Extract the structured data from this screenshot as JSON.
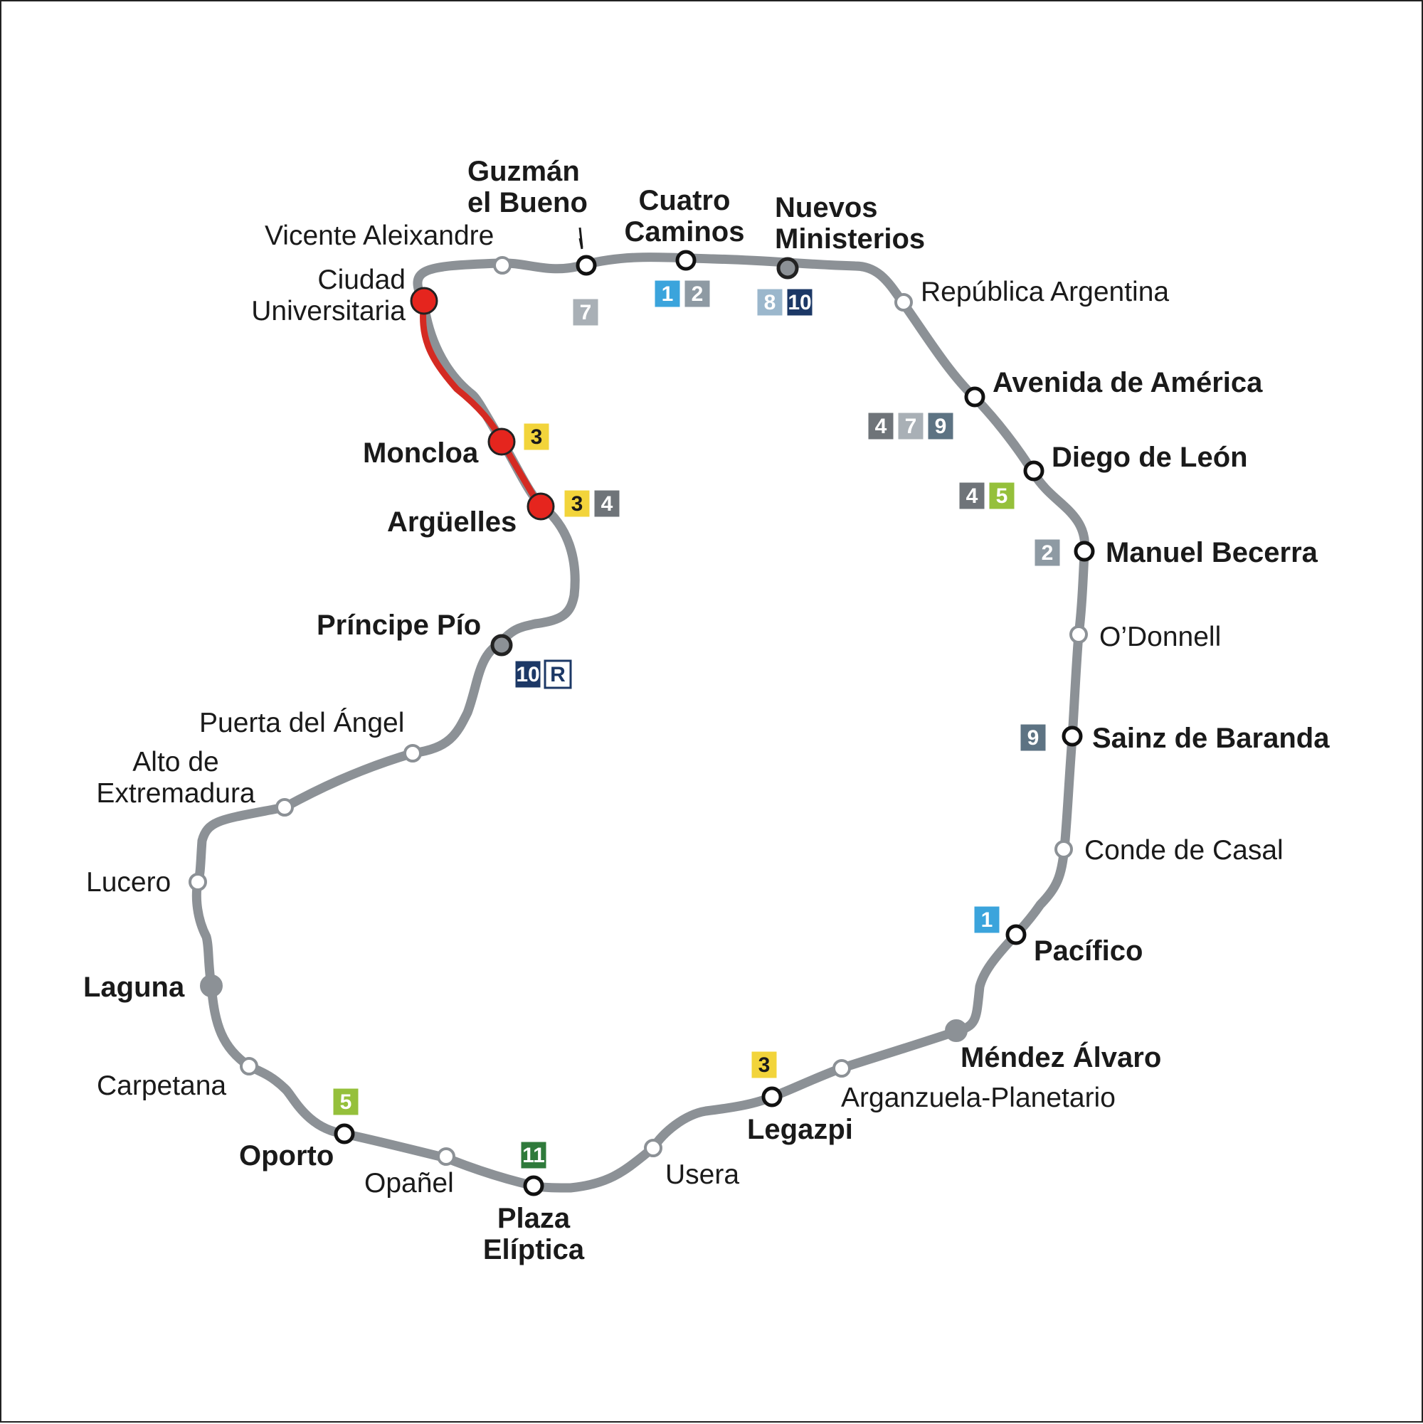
{
  "map": {
    "line_color": "#8c9196",
    "highlight_color": "#d42a22",
    "highlight_station_fill": "#e5251e"
  },
  "stations": [
    {
      "id": "vicente-aleixandre",
      "lines": [
        "Vicente Aleixandre"
      ],
      "major": false,
      "marker": "hollow",
      "badges": []
    },
    {
      "id": "guzman-el-bueno",
      "lines": [
        "Guzmán",
        "el Bueno"
      ],
      "major": true,
      "marker": "hollow",
      "badges": [
        {
          "text": "7",
          "bg": "#a9b0b6",
          "fg": "#ffffff"
        }
      ]
    },
    {
      "id": "cuatro-caminos",
      "lines": [
        "Cuatro",
        "Caminos"
      ],
      "major": true,
      "marker": "hollow",
      "badges": [
        {
          "text": "1",
          "bg": "#3ba4dc",
          "fg": "#ffffff"
        },
        {
          "text": "2",
          "bg": "#8e9aa3",
          "fg": "#ffffff"
        }
      ]
    },
    {
      "id": "nuevos-ministerios",
      "lines": [
        "Nuevos",
        "Ministerios"
      ],
      "major": true,
      "marker": "grey",
      "badges": [
        {
          "text": "8",
          "bg": "#9bb7cc",
          "fg": "#ffffff"
        },
        {
          "text": "10",
          "bg": "#1c3866",
          "fg": "#ffffff"
        }
      ]
    },
    {
      "id": "republica-argentina",
      "lines": [
        "República Argentina"
      ],
      "major": false,
      "marker": "hollow",
      "badges": []
    },
    {
      "id": "avenida-de-america",
      "lines": [
        "Avenida de América"
      ],
      "major": true,
      "marker": "hollow",
      "badges": [
        {
          "text": "4",
          "bg": "#6f7479",
          "fg": "#ffffff"
        },
        {
          "text": "7",
          "bg": "#a9b0b6",
          "fg": "#ffffff"
        },
        {
          "text": "9",
          "bg": "#5d7383",
          "fg": "#ffffff"
        }
      ]
    },
    {
      "id": "diego-de-leon",
      "lines": [
        "Diego de León"
      ],
      "major": true,
      "marker": "hollow",
      "badges": [
        {
          "text": "4",
          "bg": "#6f7479",
          "fg": "#ffffff"
        },
        {
          "text": "5",
          "bg": "#95c03b",
          "fg": "#ffffff"
        }
      ]
    },
    {
      "id": "manuel-becerra",
      "lines": [
        "Manuel Becerra"
      ],
      "major": true,
      "marker": "hollow",
      "badges": [
        {
          "text": "2",
          "bg": "#8e9aa3",
          "fg": "#ffffff"
        }
      ]
    },
    {
      "id": "odonnell",
      "lines": [
        "O’Donnell"
      ],
      "major": false,
      "marker": "hollow",
      "badges": []
    },
    {
      "id": "sainz-de-baranda",
      "lines": [
        "Sainz de Baranda"
      ],
      "major": true,
      "marker": "hollow",
      "badges": [
        {
          "text": "9",
          "bg": "#5d7383",
          "fg": "#ffffff"
        }
      ]
    },
    {
      "id": "conde-de-casal",
      "lines": [
        "Conde de Casal"
      ],
      "major": false,
      "marker": "hollow",
      "badges": []
    },
    {
      "id": "pacifico",
      "lines": [
        "Pacífico"
      ],
      "major": true,
      "marker": "hollow",
      "badges": [
        {
          "text": "1",
          "bg": "#3ba4dc",
          "fg": "#ffffff"
        }
      ]
    },
    {
      "id": "mendez-alvaro",
      "lines": [
        "Méndez Álvaro"
      ],
      "major": true,
      "marker": "grey",
      "badges": []
    },
    {
      "id": "arganzuela-planetario",
      "lines": [
        "Arganzuela-Planetario"
      ],
      "major": false,
      "marker": "hollow",
      "badges": []
    },
    {
      "id": "legazpi",
      "lines": [
        "Legazpi"
      ],
      "major": true,
      "marker": "hollow",
      "badges": [
        {
          "text": "3",
          "bg": "#f2d43b",
          "fg": "#1a1a1a"
        }
      ]
    },
    {
      "id": "usera",
      "lines": [
        "Usera"
      ],
      "major": false,
      "marker": "hollow",
      "badges": []
    },
    {
      "id": "plaza-eliptica",
      "lines": [
        "Plaza",
        "Elíptica"
      ],
      "major": true,
      "marker": "hollow",
      "badges": [
        {
          "text": "11",
          "bg": "#2f7a3b",
          "fg": "#ffffff"
        }
      ]
    },
    {
      "id": "opanel",
      "lines": [
        "Opañel"
      ],
      "major": false,
      "marker": "hollow",
      "badges": []
    },
    {
      "id": "oporto",
      "lines": [
        "Oporto"
      ],
      "major": true,
      "marker": "hollow",
      "badges": [
        {
          "text": "5",
          "bg": "#95c03b",
          "fg": "#ffffff"
        }
      ]
    },
    {
      "id": "carpetana",
      "lines": [
        "Carpetana"
      ],
      "major": false,
      "marker": "hollow",
      "badges": []
    },
    {
      "id": "laguna",
      "lines": [
        "Laguna"
      ],
      "major": true,
      "marker": "grey",
      "badges": []
    },
    {
      "id": "lucero",
      "lines": [
        "Lucero"
      ],
      "major": false,
      "marker": "hollow",
      "badges": []
    },
    {
      "id": "alto-de-extremadura",
      "lines": [
        "Alto de",
        "Extremadura"
      ],
      "major": false,
      "marker": "hollow",
      "badges": []
    },
    {
      "id": "puerta-del-angel",
      "lines": [
        "Puerta del Ángel"
      ],
      "major": false,
      "marker": "hollow",
      "badges": []
    },
    {
      "id": "principe-pio",
      "lines": [
        "Príncipe Pío"
      ],
      "major": true,
      "marker": "grey",
      "badges": [
        {
          "text": "10",
          "bg": "#1c3866",
          "fg": "#ffffff"
        },
        {
          "text": "R",
          "bg": "#ffffff",
          "fg": "#1c3866",
          "border": "#1c3866"
        }
      ]
    },
    {
      "id": "arguelles",
      "lines": [
        "Argüelles"
      ],
      "major": true,
      "marker": "red",
      "badges": [
        {
          "text": "3",
          "bg": "#f2d43b",
          "fg": "#1a1a1a"
        },
        {
          "text": "4",
          "bg": "#6f7479",
          "fg": "#ffffff"
        }
      ]
    },
    {
      "id": "moncloa",
      "lines": [
        "Moncloa"
      ],
      "major": true,
      "marker": "red",
      "badges": [
        {
          "text": "3",
          "bg": "#f2d43b",
          "fg": "#1a1a1a"
        }
      ]
    },
    {
      "id": "ciudad-universitaria",
      "lines": [
        "Ciudad",
        "Universitaria"
      ],
      "major": false,
      "marker": "red",
      "badges": []
    }
  ]
}
